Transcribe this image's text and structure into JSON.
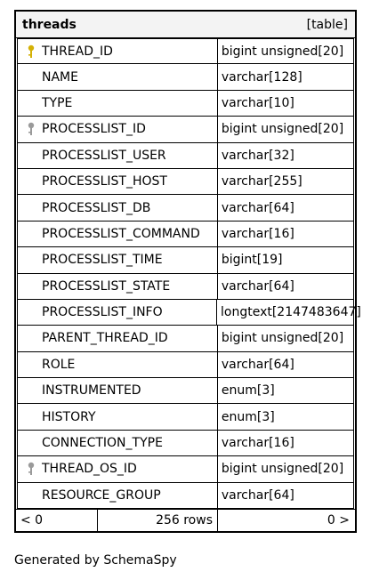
{
  "table": {
    "name": "threads",
    "kind": "[table]",
    "columns": [
      {
        "name": "THREAD_ID",
        "type": "bigint unsigned[20]",
        "key": "primary"
      },
      {
        "name": "NAME",
        "type": "varchar[128]",
        "key": ""
      },
      {
        "name": "TYPE",
        "type": "varchar[10]",
        "key": ""
      },
      {
        "name": "PROCESSLIST_ID",
        "type": "bigint unsigned[20]",
        "key": "index"
      },
      {
        "name": "PROCESSLIST_USER",
        "type": "varchar[32]",
        "key": ""
      },
      {
        "name": "PROCESSLIST_HOST",
        "type": "varchar[255]",
        "key": ""
      },
      {
        "name": "PROCESSLIST_DB",
        "type": "varchar[64]",
        "key": ""
      },
      {
        "name": "PROCESSLIST_COMMAND",
        "type": "varchar[16]",
        "key": ""
      },
      {
        "name": "PROCESSLIST_TIME",
        "type": "bigint[19]",
        "key": ""
      },
      {
        "name": "PROCESSLIST_STATE",
        "type": "varchar[64]",
        "key": ""
      },
      {
        "name": "PROCESSLIST_INFO",
        "type": "longtext[2147483647]",
        "key": ""
      },
      {
        "name": "PARENT_THREAD_ID",
        "type": "bigint unsigned[20]",
        "key": ""
      },
      {
        "name": "ROLE",
        "type": "varchar[64]",
        "key": ""
      },
      {
        "name": "INSTRUMENTED",
        "type": "enum[3]",
        "key": ""
      },
      {
        "name": "HISTORY",
        "type": "enum[3]",
        "key": ""
      },
      {
        "name": "CONNECTION_TYPE",
        "type": "varchar[16]",
        "key": ""
      },
      {
        "name": "THREAD_OS_ID",
        "type": "bigint unsigned[20]",
        "key": "index"
      },
      {
        "name": "RESOURCE_GROUP",
        "type": "varchar[64]",
        "key": ""
      }
    ],
    "footer": {
      "prev": "< 0",
      "rows": "256 rows",
      "next": "0 >"
    }
  },
  "generated_by": "Generated by SchemaSpy",
  "colors": {
    "primary_key": "#d4b106",
    "index_key": "#9a9a9a",
    "header_bg": "#f3f3f3"
  }
}
